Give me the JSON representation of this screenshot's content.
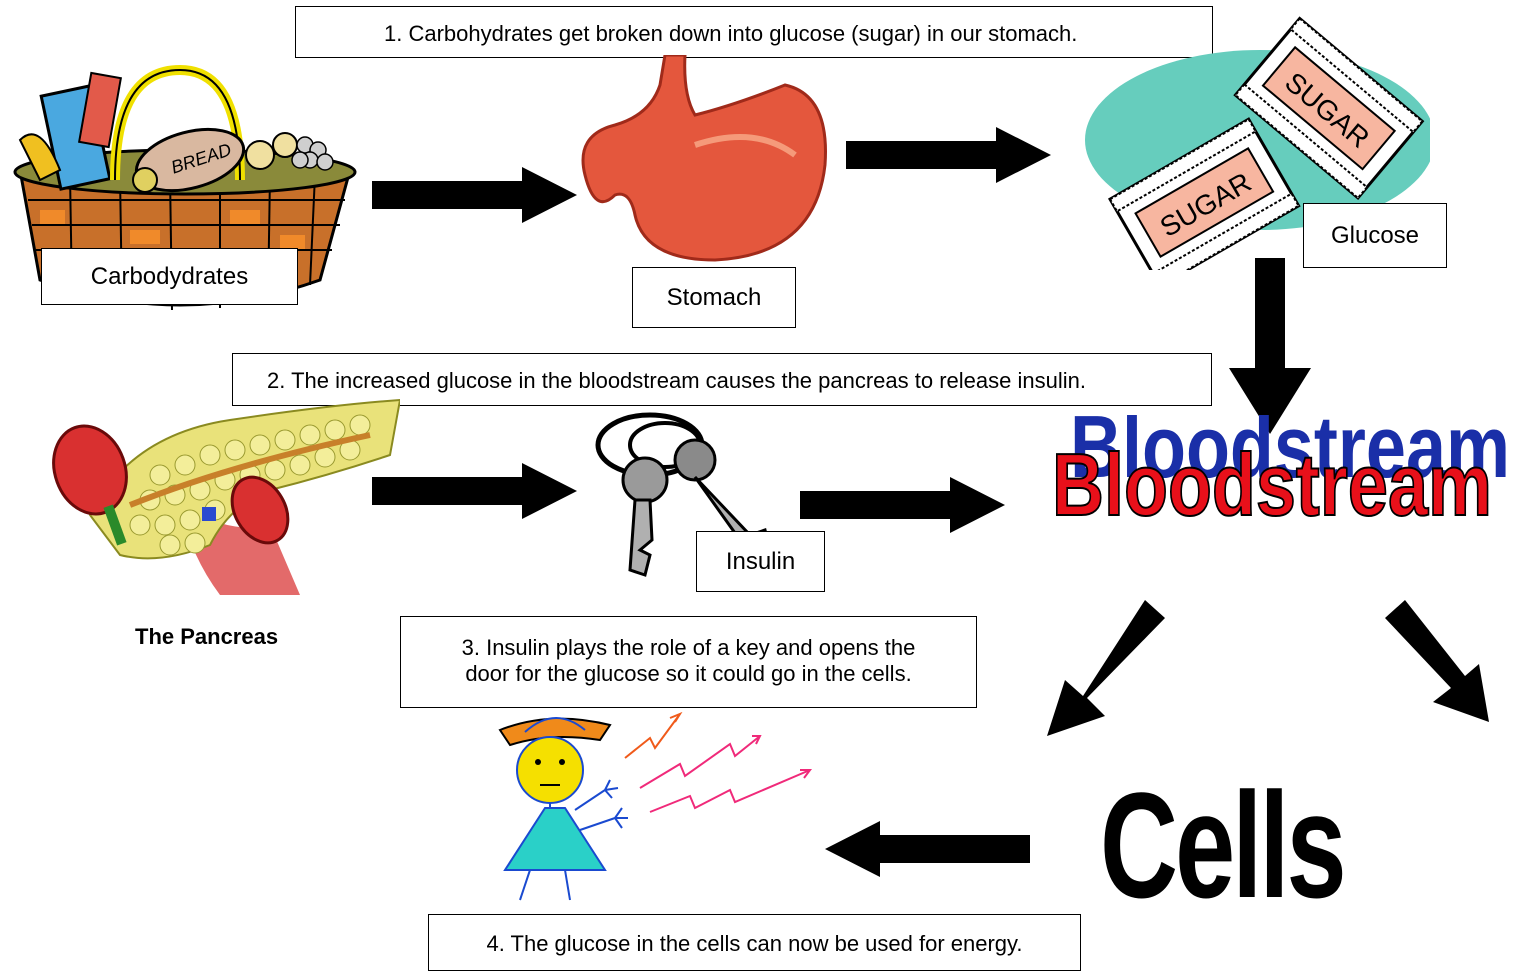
{
  "steps": {
    "step1": "1.    Carbohydrates get broken down into glucose (sugar) in our stomach.",
    "step2": "2. The increased glucose in the bloodstream causes the pancreas to release insulin.",
    "step3_line1": "3. Insulin plays the role of a key and opens the",
    "step3_line2": "door for the glucose so it could go in the cells.",
    "step4": "4. The glucose in the cells can now be used for energy."
  },
  "labels": {
    "carbohydrates": "Carbodydrates",
    "stomach": "Stomach",
    "glucose": "Glucose",
    "insulin": "Insulin",
    "pancreas": "The Pancreas",
    "bloodstream": "Bloodstream",
    "cells": "Cells",
    "bread": "BREAD",
    "sugar": "SUGAR"
  },
  "colors": {
    "bloodstream_red": "#e8101a",
    "bloodstream_shadow": "#1a2fa8",
    "glucose_blob": "#66cdbd",
    "stomach": "#e4573d",
    "arrow": "#000000"
  }
}
